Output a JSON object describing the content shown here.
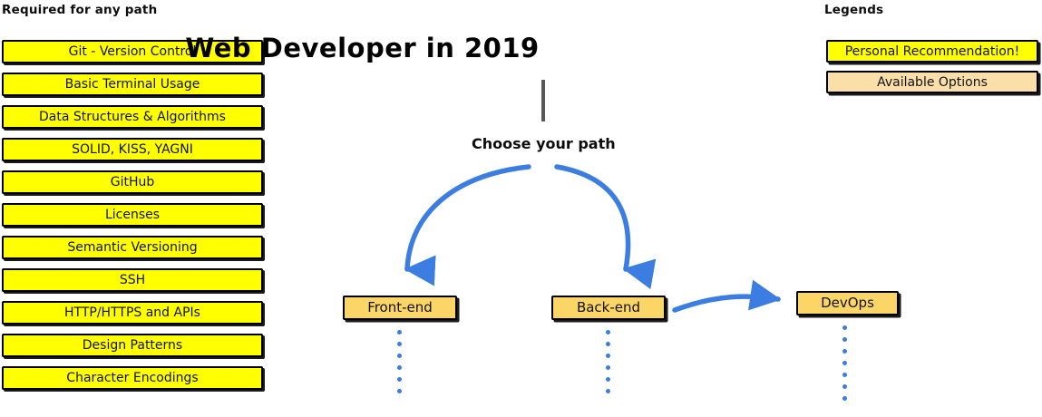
{
  "page": {
    "title": "Web Developer in 2019",
    "background": "#ffffff"
  },
  "colors": {
    "recommendation_yellow": "#ffff00",
    "available_tan": "#fae0a8",
    "node_gold": "#fcd567",
    "arrow_blue": "#3b7de0",
    "stem_gray": "#585858",
    "outline_black": "#000000"
  },
  "required": {
    "heading": "Required for any path",
    "items": [
      {
        "label": "Git - Version Control"
      },
      {
        "label": "Basic Terminal Usage"
      },
      {
        "label": "Data Structures & Algorithms"
      },
      {
        "label": "SOLID, KISS, YAGNI"
      },
      {
        "label": "GitHub"
      },
      {
        "label": "Licenses"
      },
      {
        "label": "Semantic Versioning"
      },
      {
        "label": "SSH"
      },
      {
        "label": "HTTP/HTTPS and APIs"
      },
      {
        "label": "Design Patterns"
      },
      {
        "label": "Character Encodings"
      }
    ]
  },
  "center": {
    "title": "Web Developer in 2019",
    "choose_label": "Choose your path",
    "stem_icon": "vertical-line-icon"
  },
  "paths": {
    "nodes": [
      {
        "label": "Front-end",
        "dots": 6
      },
      {
        "label": "Back-end",
        "dots": 6
      },
      {
        "label": "DevOps",
        "dots": 7
      }
    ],
    "arrows": [
      {
        "name": "arrow-to-frontend",
        "from": "choose-your-path",
        "to": "Front-end",
        "style": "curved-down-left"
      },
      {
        "name": "arrow-to-backend",
        "from": "choose-your-path",
        "to": "Back-end",
        "style": "curved-down-right"
      },
      {
        "name": "arrow-backend-to-devops",
        "from": "Back-end",
        "to": "DevOps",
        "style": "curved-right"
      }
    ]
  },
  "legends": {
    "heading": "Legends",
    "items": [
      {
        "label": "Personal Recommendation!",
        "swatch": "#ffff00"
      },
      {
        "label": "Available Options",
        "swatch": "#fae0a8"
      }
    ]
  }
}
